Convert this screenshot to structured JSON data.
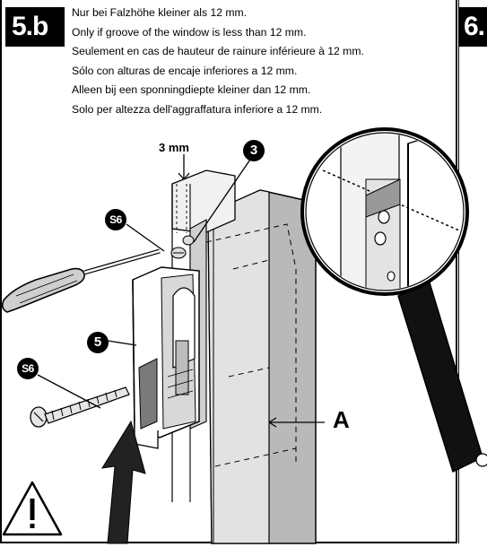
{
  "step": {
    "badge": "5.b",
    "next_badge": "6."
  },
  "instructions": [
    "Nur bei Falzhöhe kleiner als 12 mm.",
    "Only if groove of the window is less than 12 mm.",
    "Seulement en cas de hauteur de rainure inférieure à 12 mm.",
    "Sólo con alturas de encaje inferiores a 12 mm.",
    "Alleen bij een sponningdiepte kleiner dan 12 mm.",
    "Solo per altezza dell'aggraffatura inferiore a 12 mm."
  ],
  "diagram": {
    "dimension_label": "3 mm",
    "callouts": {
      "part_3": "3",
      "part_5": "5",
      "screw_upper": "S6",
      "screw_lower": "S6"
    },
    "label_a": "A"
  },
  "icons": {
    "warning": "warning-triangle-icon",
    "screwdriver": "screwdriver-icon",
    "magnifier": "magnifier-icon",
    "arrow": "push-arrow-icon"
  }
}
